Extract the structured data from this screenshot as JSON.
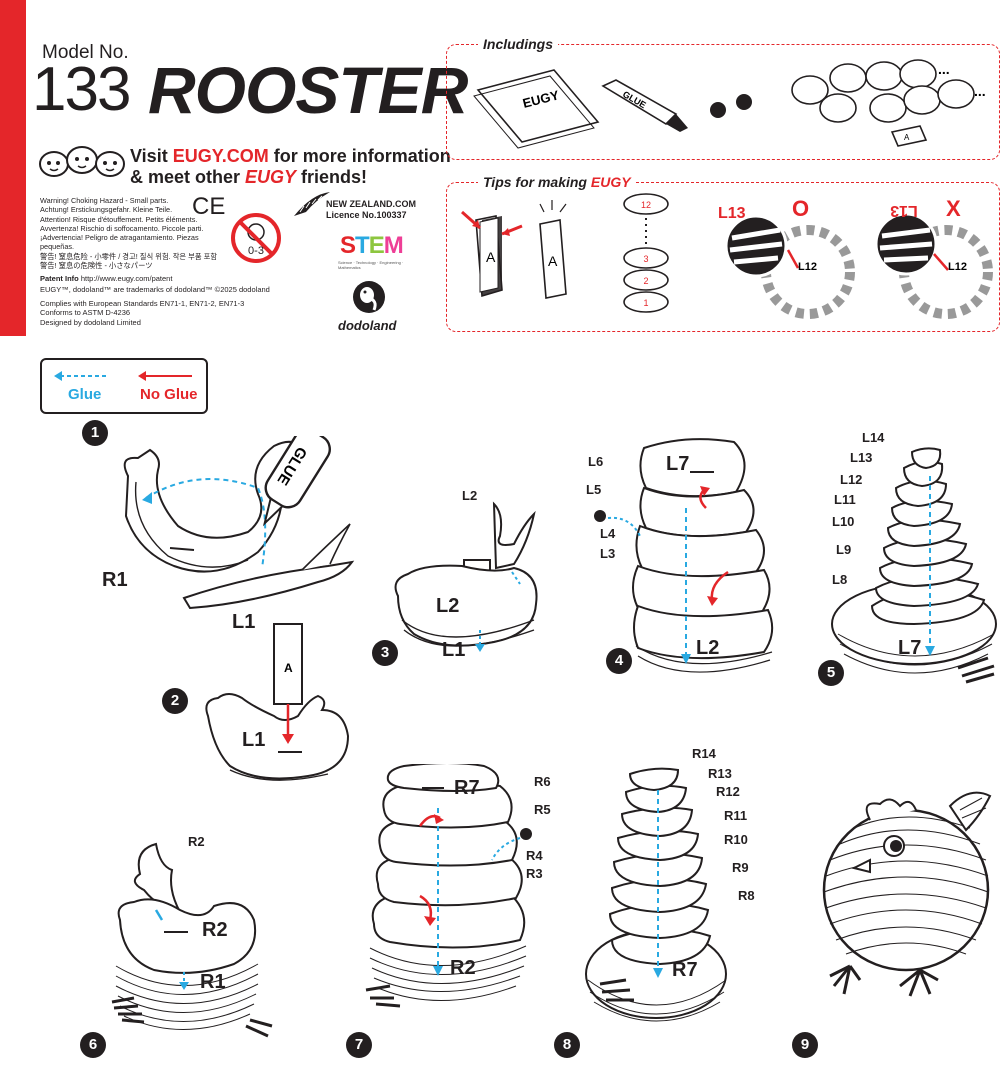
{
  "header": {
    "model_label": "Model No.",
    "model_number": "133",
    "title": "ROOSTER",
    "visit_prefix": "Visit ",
    "visit_site": "EUGY.COM",
    "visit_suffix": " for more information",
    "visit_line2_prefix": "& meet other ",
    "visit_line2_brand": "EUGY",
    "visit_line2_suffix": " friends!",
    "warnings": [
      "Warning! Choking Hazard - Small parts.",
      "Achtung! Erstickungsgefahr. Kleine Teile.",
      "Attention! Risque d'étouffement. Petits éléments.",
      "Avvertenza! Rischio di soffocamento. Piccole parti.",
      "¡Advertencia! Peligro de atragantamiento. Piezas pequeñas.",
      "警告! 窒息危险 - 小零件 / 경고! 질식 위험. 작은 부품 포함",
      "警告! 窒息の危険性 - 小さなパーツ"
    ],
    "ce_mark": "CE",
    "age_badge": "0-3",
    "nz_site": "NEW ZEALAND.COM",
    "nz_licence": "Licence No.100337",
    "stem": "STEM",
    "stem_sub": "Science · Technology · Engineering · Mathematics",
    "patent_label": "Patent Info",
    "patent_url": "http://www.eugy.com/patent",
    "trademark": "EUGY™, dodoland™ are trademarks of dodoland™ ©2025 dodoland",
    "standards_1": "Complies with European Standards EN71-1, EN71-2, EN71-3",
    "standards_2": "Conforms to ASTM D-4236",
    "designer": "Designed by dodoland Limited",
    "brand_logo": "dodoland"
  },
  "includings": {
    "title": "Includings",
    "booklet_text": "EUGY",
    "glue_text": "GLUE",
    "piece_label": "A",
    "ellipsis": "..."
  },
  "tips": {
    "title": "Tips for making",
    "brand": "EUGY",
    "tab_label": "A",
    "disc_numbers": [
      "12",
      "3",
      "2",
      "1"
    ],
    "correct_label": "L13",
    "correct_mark": "O",
    "correct_part": "L12",
    "wrong_label": "L13",
    "wrong_mark": "X",
    "wrong_part": "L12"
  },
  "legend": {
    "glue": "Glue",
    "no_glue": "No Glue"
  },
  "colors": {
    "accent_red": "#e4262a",
    "glue_blue": "#29a9e1",
    "ink": "#231f20"
  },
  "steps": {
    "s1": {
      "num": "1",
      "glue": "GLUE",
      "r1": "R1",
      "l1": "L1"
    },
    "s2": {
      "num": "2",
      "a": "A",
      "l1": "L1"
    },
    "s3": {
      "num": "3",
      "l2_top": "L2",
      "l2": "L2",
      "l1": "L1"
    },
    "s4": {
      "num": "4",
      "labels": [
        "L6",
        "L5",
        "L4",
        "L3"
      ],
      "l7": "L7",
      "l2": "L2"
    },
    "s5": {
      "num": "5",
      "labels": [
        "L14",
        "L13",
        "L12",
        "L11",
        "L10",
        "L9",
        "L8"
      ],
      "l7": "L7"
    },
    "s6": {
      "num": "6",
      "r2_top": "R2",
      "r2": "R2",
      "r1": "R1"
    },
    "s7": {
      "num": "7",
      "labels": [
        "R6",
        "R5",
        "R4",
        "R3"
      ],
      "r7": "R7",
      "r2": "R2"
    },
    "s8": {
      "num": "8",
      "labels": [
        "R14",
        "R13",
        "R12",
        "R11",
        "R10",
        "R9",
        "R8"
      ],
      "r7": "R7"
    },
    "s9": {
      "num": "9"
    }
  }
}
